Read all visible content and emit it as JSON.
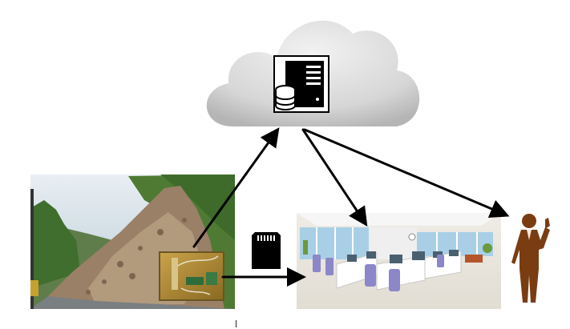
{
  "diagram": {
    "nodes": [
      {
        "id": "cloud",
        "icon": "cloud-server-icon"
      },
      {
        "id": "landslide-site",
        "icon": "landslide-photo"
      },
      {
        "id": "sensor-board",
        "icon": "sensor-device-photo"
      },
      {
        "id": "sd-card",
        "icon": "sd-card-icon"
      },
      {
        "id": "office",
        "icon": "office-illustration"
      },
      {
        "id": "person",
        "icon": "businessman-icon"
      }
    ],
    "edges": [
      {
        "from": "sensor-board",
        "to": "cloud"
      },
      {
        "from": "cloud",
        "to": "office"
      },
      {
        "from": "cloud",
        "to": "person"
      },
      {
        "from": "sensor-board",
        "to": "office"
      }
    ]
  },
  "colors": {
    "cloud_light": "#ececec",
    "cloud_dark": "#b9b9b9",
    "arrow": "#000000",
    "person": "#7a3d12",
    "sky": "#c9dbe8",
    "rock": "#9a8066"
  }
}
